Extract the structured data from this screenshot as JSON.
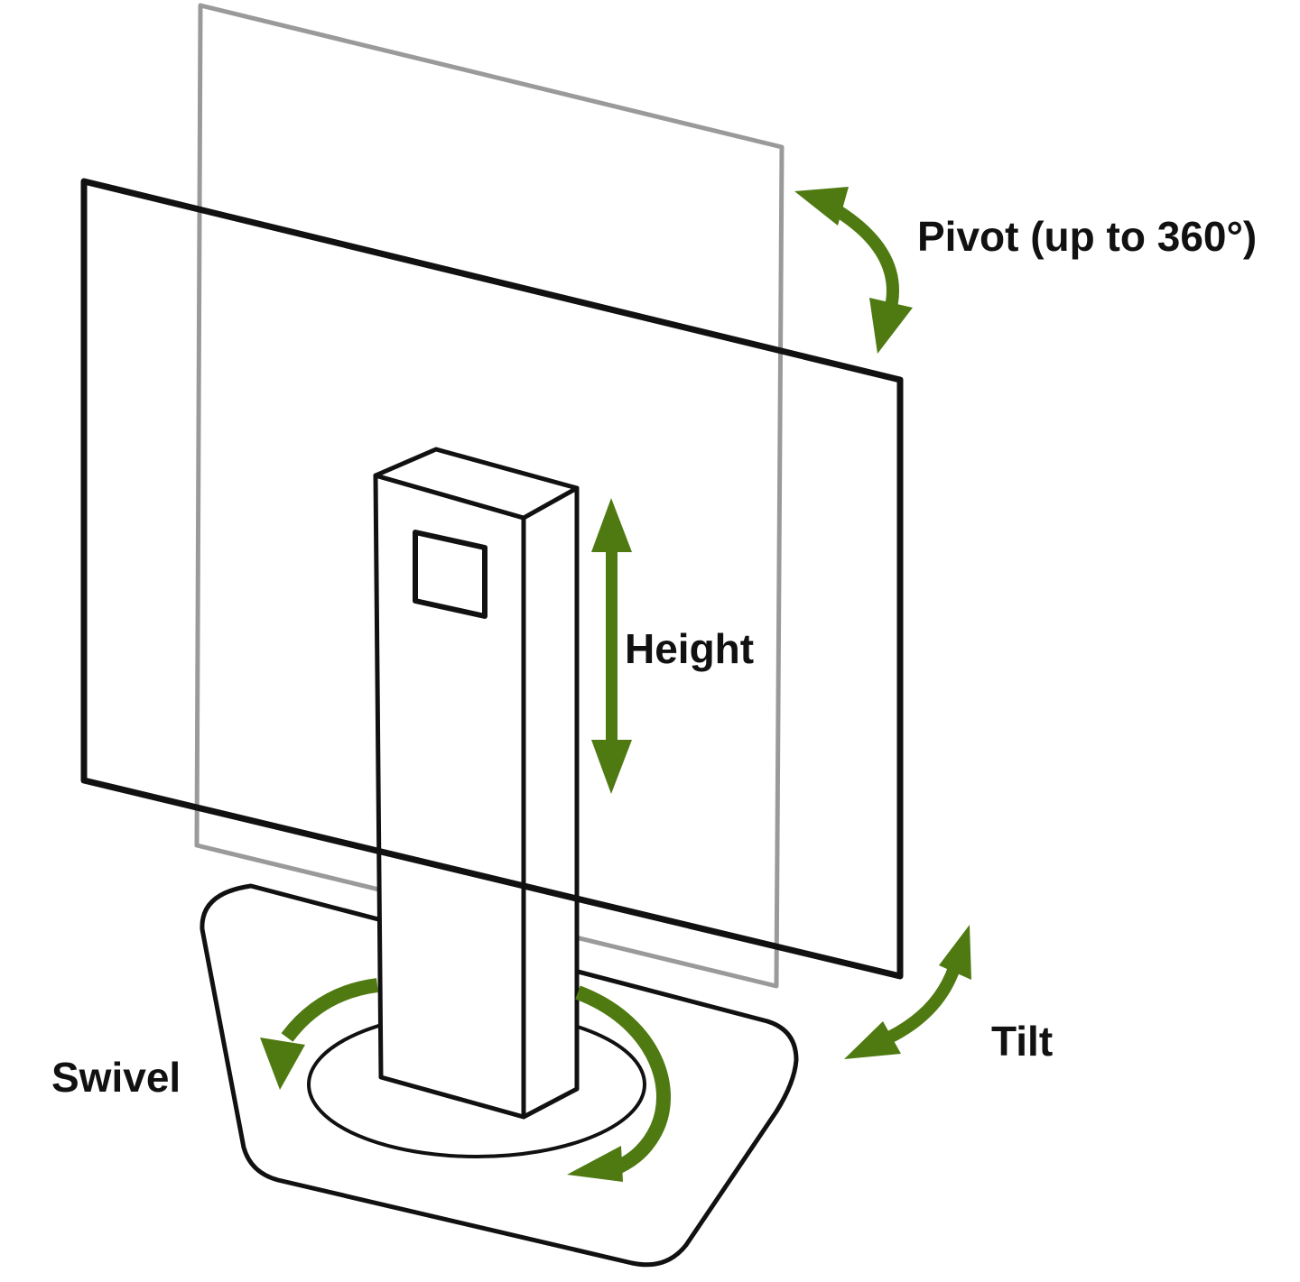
{
  "labels": {
    "pivot": "Pivot (up to 360°)",
    "height": "Height",
    "tilt": "Tilt",
    "swivel": "Swivel"
  },
  "colors": {
    "arrow": "#4f7a12",
    "outline": "#111111",
    "ghost_outline": "#9a9a9a",
    "background": "#ffffff"
  },
  "icons": {
    "pivot": "curved-double-arrow-icon",
    "height": "vertical-double-arrow-icon",
    "tilt": "diagonal-double-arrow-icon",
    "swivel": "circular-arrows-icon"
  }
}
